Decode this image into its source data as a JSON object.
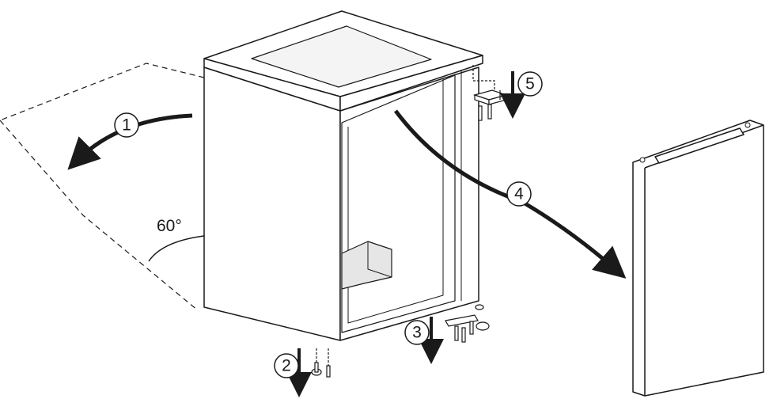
{
  "diagram": {
    "angle_label": "60°",
    "steps": [
      {
        "number": "1",
        "description": "tilt-back"
      },
      {
        "number": "2",
        "description": "remove-foot-screws"
      },
      {
        "number": "3",
        "description": "remove-bottom-hinge"
      },
      {
        "number": "4",
        "description": "remove-door"
      },
      {
        "number": "5",
        "description": "remove-top-hinge"
      }
    ]
  },
  "colors": {
    "line": "#1a1a1a",
    "fill": "#ffffff",
    "shade": "#e6e6e6"
  }
}
